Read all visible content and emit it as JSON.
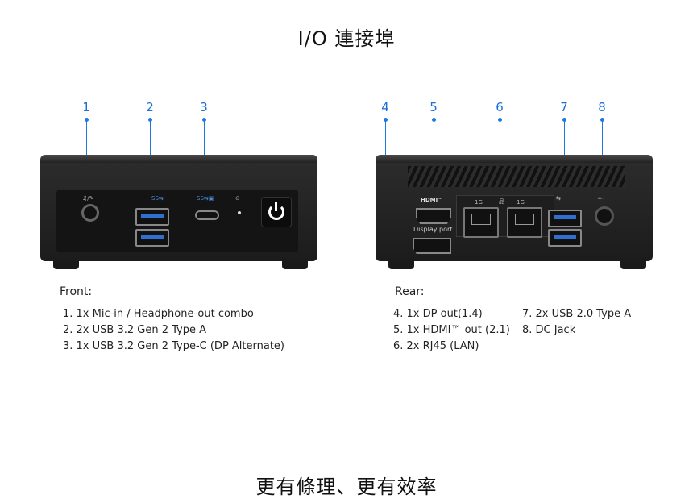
{
  "page": {
    "title": "I/O 連接埠",
    "bottom_title": "更有條理、更有效率"
  },
  "callouts": [
    "1",
    "2",
    "3",
    "4",
    "5",
    "6",
    "7",
    "8"
  ],
  "device": {
    "rear_labels": {
      "hdmi": "HDMI™",
      "lan1": "1G",
      "lan2": "1G",
      "display_port": "Display port"
    }
  },
  "front": {
    "heading": "Front:",
    "items": [
      "1. 1x Mic-in / Headphone-out combo",
      "2. 2x USB 3.2 Gen 2 Type A",
      "3. 1x USB 3.2 Gen 2 Type-C (DP Alternate)"
    ]
  },
  "rear": {
    "heading": "Rear:",
    "items_col1": [
      "4. 1x DP out(1.4)",
      "5. 1x HDMI™ out (2.1)",
      "6. 2x RJ45 (LAN)"
    ],
    "items_col2": [
      "7. 2x USB 2.0 Type A",
      "8. DC Jack"
    ]
  },
  "colors": {
    "accent": "#1f78e0",
    "device_body": "#222222"
  }
}
